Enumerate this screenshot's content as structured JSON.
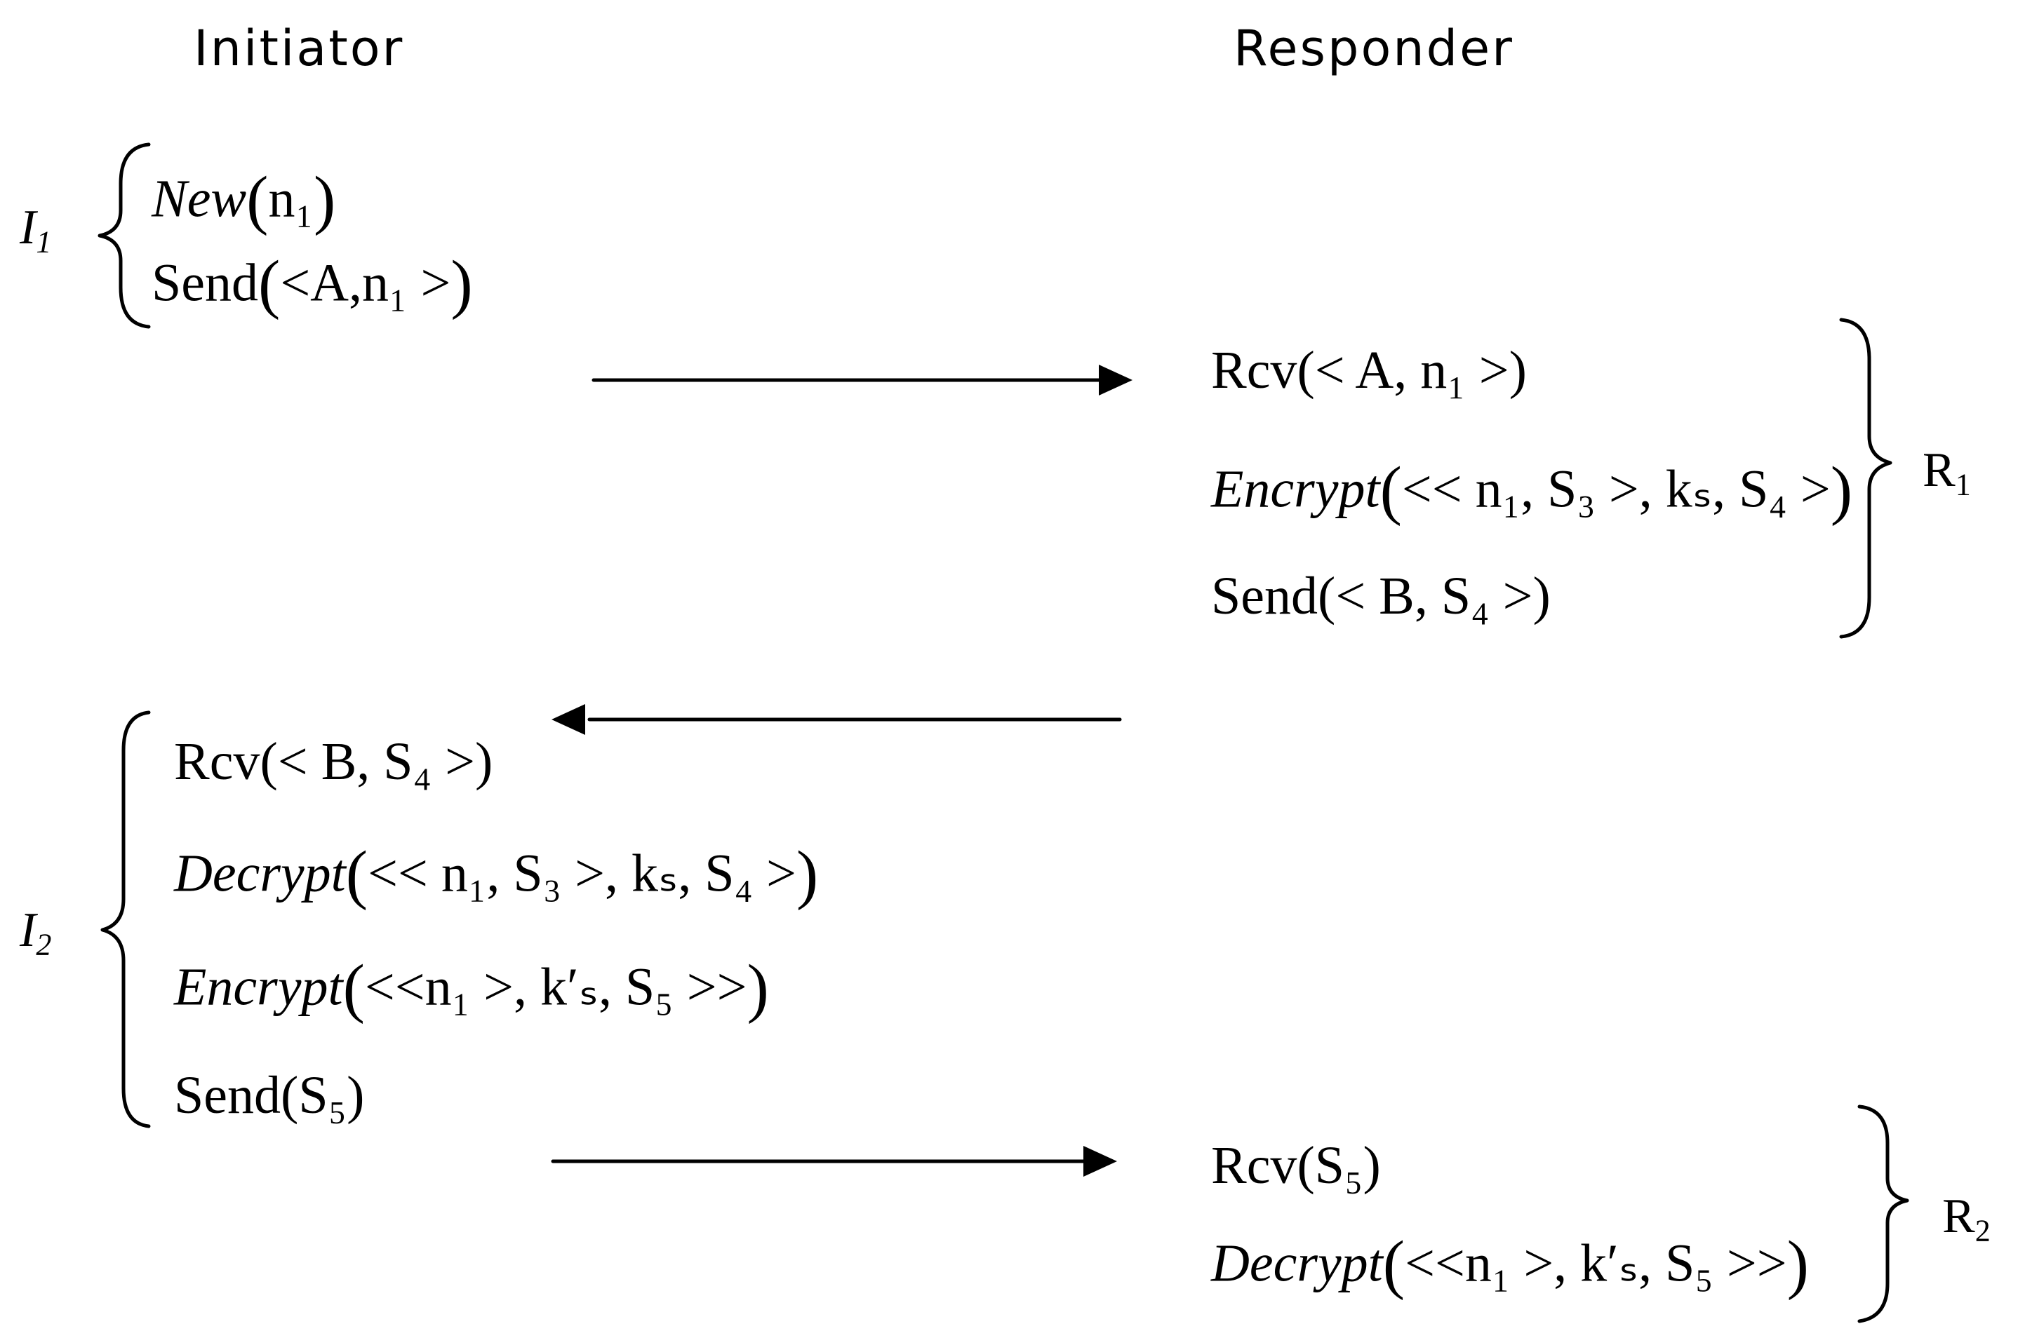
{
  "headers": {
    "initiator": "Initiator",
    "responder": "Responder"
  },
  "labels": {
    "I1": {
      "main": "I",
      "sub": "1"
    },
    "I2": {
      "main": "I",
      "sub": "2"
    },
    "R1": {
      "main": "R",
      "sub": "1"
    },
    "R2": {
      "main": "R",
      "sub": "2"
    }
  },
  "initiator_block_1": [
    {
      "fn": "New",
      "args": "n₁"
    },
    {
      "fn": "Send",
      "args": "<A,n₁ >"
    }
  ],
  "responder_block_1": [
    {
      "fn": "Rcv",
      "args": "< A, n₁ >"
    },
    {
      "fn": "Encrypt",
      "args": "<< n₁, S₃ >, kₛ, S₄ >"
    },
    {
      "fn": "Send",
      "args": "< B, S₄ >"
    }
  ],
  "initiator_block_2": [
    {
      "fn": "Rcv",
      "args": "< B, S₄ >"
    },
    {
      "fn": "Decrypt",
      "args": "<< n₁, S₃ >, kₛ, S₄ >"
    },
    {
      "fn": "Encrypt",
      "args": "<<n₁ >, k′ₛ, S₅ >>"
    },
    {
      "fn": "Send",
      "args": "S₅"
    }
  ],
  "responder_block_2": [
    {
      "fn": "Rcv",
      "args": "S₅"
    },
    {
      "fn": "Decrypt",
      "args": "<<n₁ >, k′ₛ, S₅ >>"
    }
  ]
}
